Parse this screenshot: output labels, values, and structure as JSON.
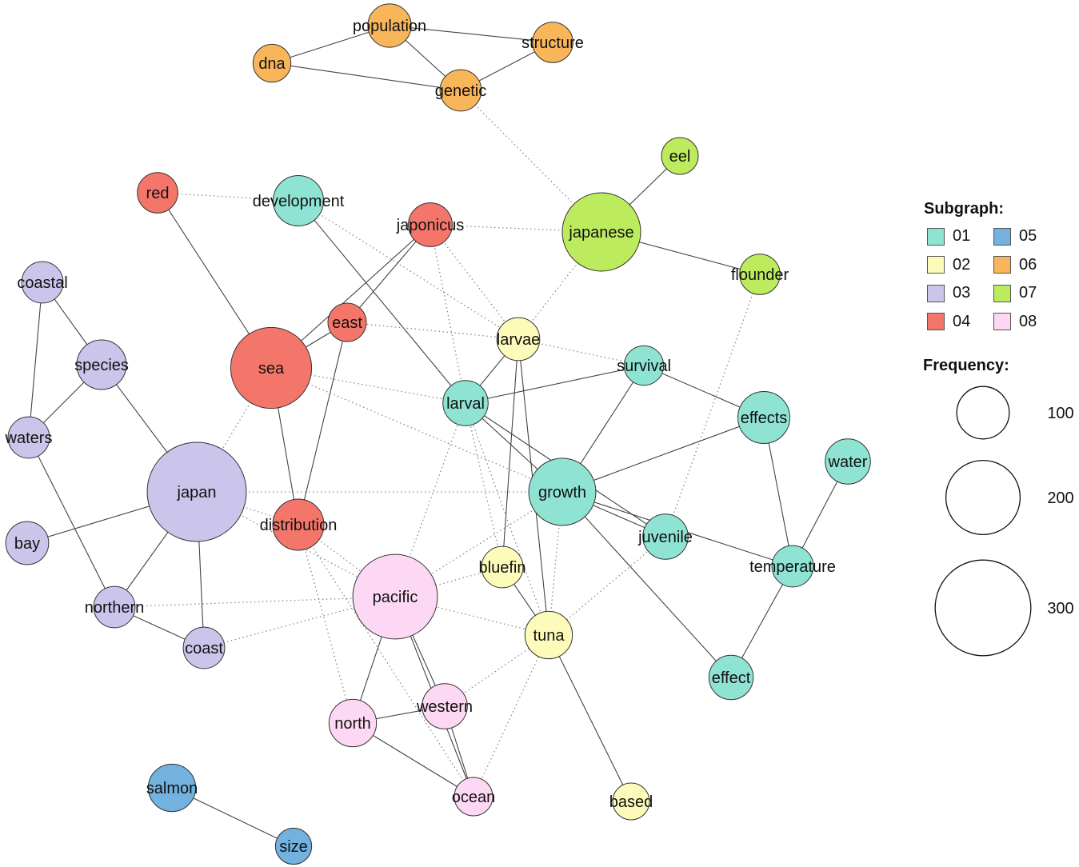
{
  "nodes": [
    {
      "id": "population",
      "label": "population",
      "group": "06",
      "freq": 46
    },
    {
      "id": "structure",
      "label": "structure",
      "group": "06",
      "freq": 40
    },
    {
      "id": "dna",
      "label": "dna",
      "group": "06",
      "freq": 35
    },
    {
      "id": "genetic",
      "label": "genetic",
      "group": "06",
      "freq": 42
    },
    {
      "id": "eel",
      "label": "eel",
      "group": "07",
      "freq": 33
    },
    {
      "id": "red",
      "label": "red",
      "group": "04",
      "freq": 40
    },
    {
      "id": "development",
      "label": "development",
      "group": "01",
      "freq": 62
    },
    {
      "id": "japonicus",
      "label": "japonicus",
      "group": "04",
      "freq": 47
    },
    {
      "id": "japanese",
      "label": "japanese",
      "group": "07",
      "freq": 150
    },
    {
      "id": "flounder",
      "label": "flounder",
      "group": "07",
      "freq": 40
    },
    {
      "id": "coastal",
      "label": "coastal",
      "group": "03",
      "freq": 42
    },
    {
      "id": "east",
      "label": "east",
      "group": "04",
      "freq": 36
    },
    {
      "id": "larvae",
      "label": "larvae",
      "group": "02",
      "freq": 45
    },
    {
      "id": "species",
      "label": "species",
      "group": "03",
      "freq": 60
    },
    {
      "id": "sea",
      "label": "sea",
      "group": "04",
      "freq": 160
    },
    {
      "id": "survival",
      "label": "survival",
      "group": "01",
      "freq": 38
    },
    {
      "id": "larval",
      "label": "larval",
      "group": "01",
      "freq": 50
    },
    {
      "id": "effects",
      "label": "effects",
      "group": "01",
      "freq": 66
    },
    {
      "id": "waters",
      "label": "waters",
      "group": "03",
      "freq": 42
    },
    {
      "id": "water",
      "label": "water",
      "group": "01",
      "freq": 50
    },
    {
      "id": "japan",
      "label": "japan",
      "group": "03",
      "freq": 240
    },
    {
      "id": "growth",
      "label": "growth",
      "group": "01",
      "freq": 110
    },
    {
      "id": "distribution",
      "label": "distribution",
      "group": "04",
      "freq": 64
    },
    {
      "id": "juvenile",
      "label": "juvenile",
      "group": "01",
      "freq": 50
    },
    {
      "id": "bay",
      "label": "bay",
      "group": "03",
      "freq": 45
    },
    {
      "id": "bluefin",
      "label": "bluefin",
      "group": "02",
      "freq": 42
    },
    {
      "id": "temperature",
      "label": "temperature",
      "group": "01",
      "freq": 42
    },
    {
      "id": "pacific",
      "label": "pacific",
      "group": "08",
      "freq": 175
    },
    {
      "id": "northern",
      "label": "northern",
      "group": "03",
      "freq": 42
    },
    {
      "id": "tuna",
      "label": "tuna",
      "group": "02",
      "freq": 55
    },
    {
      "id": "coast",
      "label": "coast",
      "group": "03",
      "freq": 42
    },
    {
      "id": "effect",
      "label": "effect",
      "group": "01",
      "freq": 48
    },
    {
      "id": "western",
      "label": "western",
      "group": "08",
      "freq": 50
    },
    {
      "id": "north",
      "label": "north",
      "group": "08",
      "freq": 55
    },
    {
      "id": "salmon",
      "label": "salmon",
      "group": "05",
      "freq": 55
    },
    {
      "id": "ocean",
      "label": "ocean",
      "group": "08",
      "freq": 36
    },
    {
      "id": "based",
      "label": "based",
      "group": "02",
      "freq": 33
    },
    {
      "id": "size",
      "label": "size",
      "group": "05",
      "freq": 32
    }
  ],
  "edges": [
    {
      "source": "dna",
      "target": "population",
      "style": "solid"
    },
    {
      "source": "population",
      "target": "structure",
      "style": "solid"
    },
    {
      "source": "population",
      "target": "genetic",
      "style": "solid"
    },
    {
      "source": "dna",
      "target": "genetic",
      "style": "solid"
    },
    {
      "source": "genetic",
      "target": "structure",
      "style": "solid"
    },
    {
      "source": "genetic",
      "target": "japanese",
      "style": "dotted"
    },
    {
      "source": "japanese",
      "target": "eel",
      "style": "solid"
    },
    {
      "source": "japanese",
      "target": "flounder",
      "style": "solid"
    },
    {
      "source": "japonicus",
      "target": "japanese",
      "style": "dotted"
    },
    {
      "source": "red",
      "target": "development",
      "style": "dotted"
    },
    {
      "source": "red",
      "target": "sea",
      "style": "solid"
    },
    {
      "source": "development",
      "target": "larval",
      "style": "solid"
    },
    {
      "source": "development",
      "target": "larvae",
      "style": "dotted"
    },
    {
      "source": "japonicus",
      "target": "east",
      "style": "solid"
    },
    {
      "source": "japonicus",
      "target": "sea",
      "style": "solid"
    },
    {
      "source": "japonicus",
      "target": "larvae",
      "style": "dotted"
    },
    {
      "source": "japonicus",
      "target": "larval",
      "style": "dotted"
    },
    {
      "source": "sea",
      "target": "east",
      "style": "solid"
    },
    {
      "source": "east",
      "target": "distribution",
      "style": "solid"
    },
    {
      "source": "east",
      "target": "larvae",
      "style": "dotted"
    },
    {
      "source": "sea",
      "target": "distribution",
      "style": "solid"
    },
    {
      "source": "sea",
      "target": "larval",
      "style": "dotted"
    },
    {
      "source": "sea",
      "target": "japan",
      "style": "dotted"
    },
    {
      "source": "sea",
      "target": "growth",
      "style": "dotted"
    },
    {
      "source": "coastal",
      "target": "species",
      "style": "solid"
    },
    {
      "source": "coastal",
      "target": "waters",
      "style": "solid"
    },
    {
      "source": "species",
      "target": "waters",
      "style": "solid"
    },
    {
      "source": "species",
      "target": "japan",
      "style": "solid"
    },
    {
      "source": "waters",
      "target": "northern",
      "style": "solid"
    },
    {
      "source": "japan",
      "target": "bay",
      "style": "solid"
    },
    {
      "source": "japan",
      "target": "northern",
      "style": "solid"
    },
    {
      "source": "japan",
      "target": "coast",
      "style": "solid"
    },
    {
      "source": "japan",
      "target": "distribution",
      "style": "dotted"
    },
    {
      "source": "japan",
      "target": "growth",
      "style": "dotted"
    },
    {
      "source": "japan",
      "target": "pacific",
      "style": "dotted"
    },
    {
      "source": "northern",
      "target": "coast",
      "style": "solid"
    },
    {
      "source": "northern",
      "target": "pacific",
      "style": "dotted"
    },
    {
      "source": "coast",
      "target": "pacific",
      "style": "dotted"
    },
    {
      "source": "distribution",
      "target": "pacific",
      "style": "dotted"
    },
    {
      "source": "distribution",
      "target": "north",
      "style": "dotted"
    },
    {
      "source": "distribution",
      "target": "ocean",
      "style": "dotted"
    },
    {
      "source": "larvae",
      "target": "larval",
      "style": "solid"
    },
    {
      "source": "larvae",
      "target": "bluefin",
      "style": "solid"
    },
    {
      "source": "larvae",
      "target": "tuna",
      "style": "solid"
    },
    {
      "source": "larvae",
      "target": "survival",
      "style": "dotted"
    },
    {
      "source": "larvae",
      "target": "japanese",
      "style": "dotted"
    },
    {
      "source": "larval",
      "target": "survival",
      "style": "solid"
    },
    {
      "source": "larval",
      "target": "growth",
      "style": "solid"
    },
    {
      "source": "larval",
      "target": "juvenile",
      "style": "solid"
    },
    {
      "source": "larval",
      "target": "bluefin",
      "style": "dotted"
    },
    {
      "source": "larval",
      "target": "pacific",
      "style": "dotted"
    },
    {
      "source": "larval",
      "target": "tuna",
      "style": "dotted"
    },
    {
      "source": "survival",
      "target": "growth",
      "style": "solid"
    },
    {
      "source": "survival",
      "target": "effects",
      "style": "solid"
    },
    {
      "source": "growth",
      "target": "effects",
      "style": "solid"
    },
    {
      "source": "growth",
      "target": "juvenile",
      "style": "solid"
    },
    {
      "source": "growth",
      "target": "temperature",
      "style": "solid"
    },
    {
      "source": "growth",
      "target": "effect",
      "style": "solid"
    },
    {
      "source": "growth",
      "target": "pacific",
      "style": "dotted"
    },
    {
      "source": "growth",
      "target": "tuna",
      "style": "dotted"
    },
    {
      "source": "effects",
      "target": "temperature",
      "style": "solid"
    },
    {
      "source": "water",
      "target": "temperature",
      "style": "solid"
    },
    {
      "source": "temperature",
      "target": "effect",
      "style": "solid"
    },
    {
      "source": "flounder",
      "target": "juvenile",
      "style": "dotted"
    },
    {
      "source": "juvenile",
      "target": "tuna",
      "style": "dotted"
    },
    {
      "source": "bluefin",
      "target": "tuna",
      "style": "solid"
    },
    {
      "source": "bluefin",
      "target": "pacific",
      "style": "dotted"
    },
    {
      "source": "pacific",
      "target": "tuna",
      "style": "dotted"
    },
    {
      "source": "pacific",
      "target": "north",
      "style": "solid"
    },
    {
      "source": "pacific",
      "target": "western",
      "style": "solid"
    },
    {
      "source": "pacific",
      "target": "ocean",
      "style": "solid"
    },
    {
      "source": "north",
      "target": "western",
      "style": "solid"
    },
    {
      "source": "north",
      "target": "ocean",
      "style": "solid"
    },
    {
      "source": "western",
      "target": "ocean",
      "style": "solid"
    },
    {
      "source": "tuna",
      "target": "western",
      "style": "dotted"
    },
    {
      "source": "tuna",
      "target": "ocean",
      "style": "dotted"
    },
    {
      "source": "tuna",
      "target": "based",
      "style": "solid"
    },
    {
      "source": "salmon",
      "target": "size",
      "style": "solid"
    }
  ],
  "groups": [
    {
      "code": "01",
      "color": "#8EE3D3"
    },
    {
      "code": "02",
      "color": "#FDFBB9"
    },
    {
      "code": "03",
      "color": "#CBC5EC"
    },
    {
      "code": "04",
      "color": "#F4766A"
    },
    {
      "code": "05",
      "color": "#73B1DE"
    },
    {
      "code": "06",
      "color": "#F8B55A"
    },
    {
      "code": "07",
      "color": "#BDEB5E"
    },
    {
      "code": "08",
      "color": "#FDD8F4"
    }
  ],
  "legend": {
    "subgraph_title": "Subgraph:",
    "frequency_title": "Frequency:",
    "frequency_sizes": [
      {
        "value": 100,
        "label": "100"
      },
      {
        "value": 200,
        "label": "200"
      },
      {
        "value": 300,
        "label": "300"
      }
    ]
  }
}
